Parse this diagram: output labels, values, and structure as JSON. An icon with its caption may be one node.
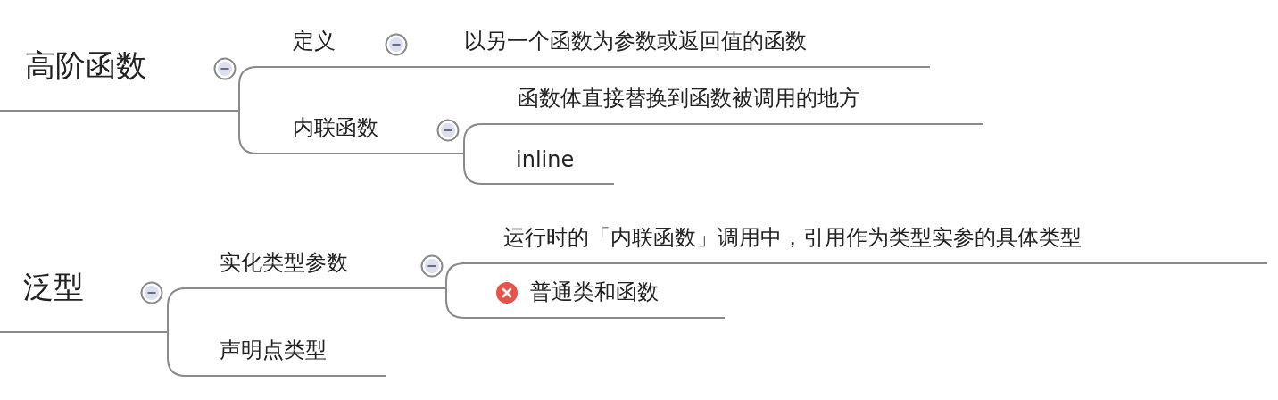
{
  "diagram": {
    "nodes": [
      {
        "text": [
          "高阶函数"
        ]
      },
      {
        "text": [
          "定义"
        ]
      },
      {
        "text": [
          "以另一个函数为参数或返回值的函数"
        ]
      },
      {
        "text": [
          "内联函数"
        ]
      },
      {
        "text": [
          "函数体直接替换到函数被调用的地方"
        ]
      },
      {
        "text": [
          "inline"
        ]
      },
      {
        "text": [
          "泛型"
        ]
      },
      {
        "text": [
          "实化类型参数"
        ]
      },
      {
        "text": [
          "运行时的「内联函数」调用中，引用作为类型实参的具体类型"
        ]
      },
      {
        "text": [
          "普通类和函数"
        ]
      },
      {
        "text": [
          "声明点类型"
        ]
      }
    ],
    "edges": [
      {
        "from": 0,
        "to": 1,
        "arrow": "none"
      },
      {
        "from": 0,
        "to": 3,
        "arrow": "none"
      },
      {
        "from": 1,
        "to": 2,
        "arrow": "none"
      },
      {
        "from": 3,
        "to": 4,
        "arrow": "none"
      },
      {
        "from": 3,
        "to": 5,
        "arrow": "none"
      },
      {
        "from": 6,
        "to": 7,
        "arrow": "none"
      },
      {
        "from": 6,
        "to": 10,
        "arrow": "none"
      },
      {
        "from": 7,
        "to": 8,
        "arrow": "none"
      },
      {
        "from": 7,
        "to": 9,
        "arrow": "none"
      }
    ]
  }
}
